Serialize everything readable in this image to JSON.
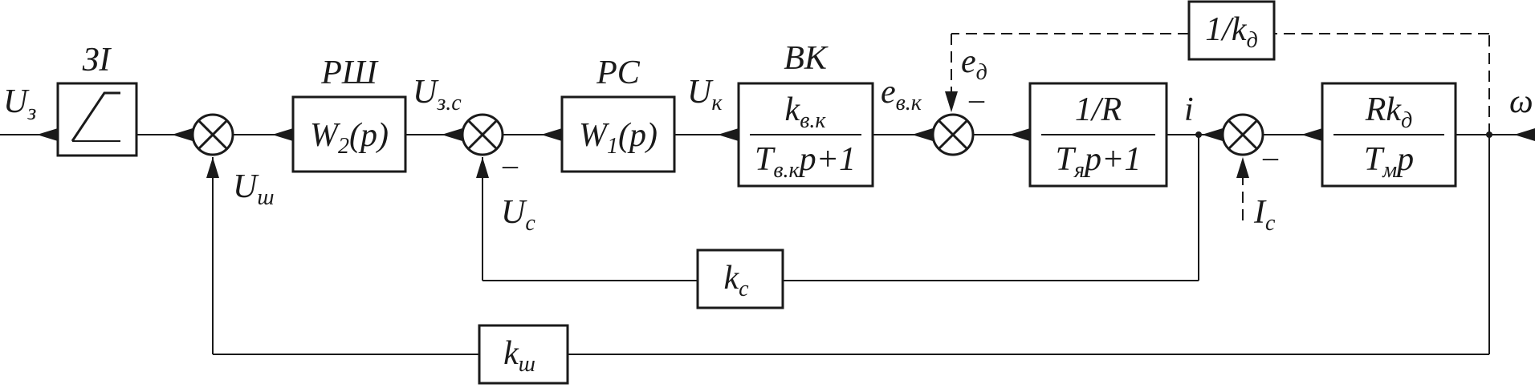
{
  "signals": {
    "u_z": "U",
    "u_z_sub": "з",
    "u_zs": "U",
    "u_zs_sub": "з.с",
    "u_k": "U",
    "u_k_sub": "к",
    "e_vk": "e",
    "e_vk_sub": "в.к",
    "e_d": "e",
    "e_d_sub": "д",
    "i": "i",
    "omega": "ω",
    "u_sh": "U",
    "u_sh_sub": "ш",
    "u_c": "U",
    "u_c_sub": "с",
    "i_c": "I",
    "i_c_sub": "с"
  },
  "minus": "–",
  "blocks": {
    "zi": {
      "title": "ЗІ"
    },
    "rsh": {
      "title": "РШ",
      "body": "W",
      "body_sub": "2",
      "body_tail": "(p)"
    },
    "rs": {
      "title": "РС",
      "body": "W",
      "body_sub": "1",
      "body_tail": "(p)"
    },
    "vk": {
      "title": "ВК",
      "num": "k",
      "num_sub": "в.к",
      "den": "T",
      "den_sub": "в.к",
      "den_tail": "p+1"
    },
    "armature": {
      "num": "1/R",
      "den": "T",
      "den_sub": "я",
      "den_tail": "p+1"
    },
    "mech": {
      "num": "Rk",
      "num_sub": "д",
      "den": "T",
      "den_sub": "м",
      "den_tail": "p"
    },
    "kd": {
      "body": "1/k",
      "body_sub": "д"
    },
    "kc": {
      "body": "k",
      "body_sub": "с"
    },
    "ksh": {
      "body": "k",
      "body_sub": "ш"
    }
  }
}
